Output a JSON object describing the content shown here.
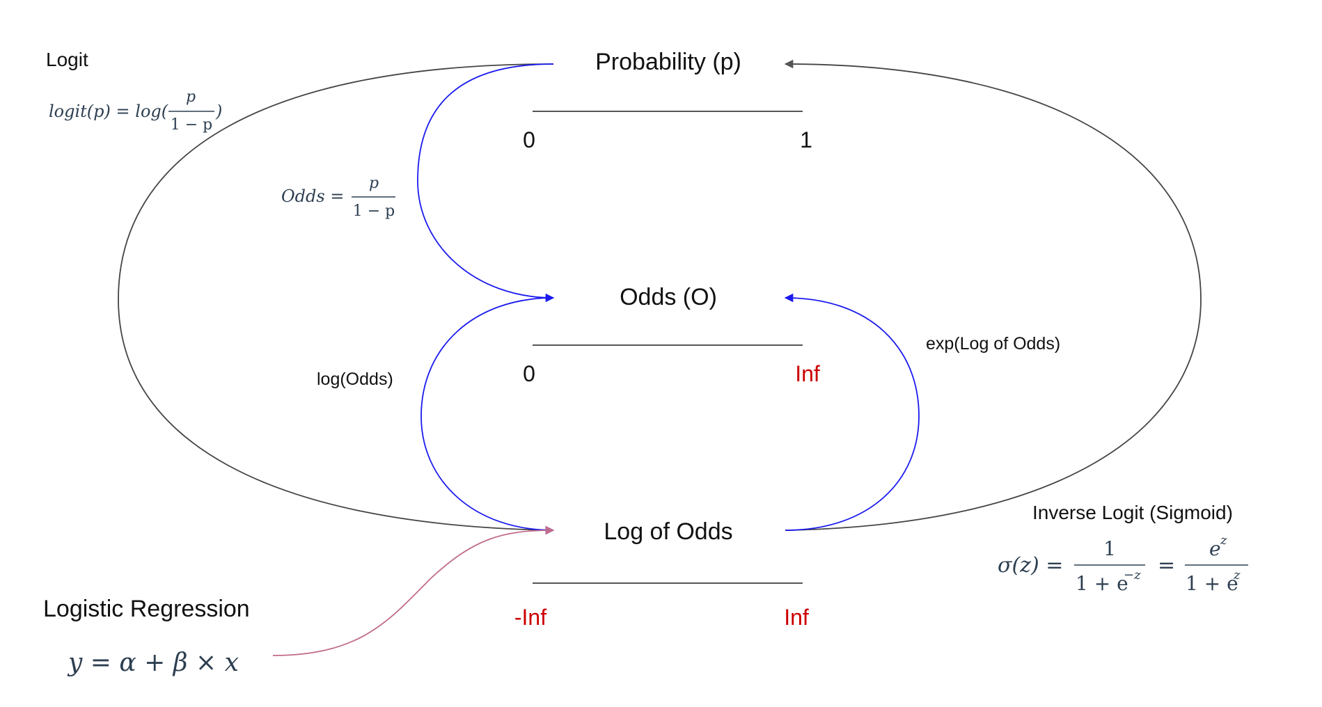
{
  "nodes": {
    "probability": {
      "title": "Probability (p)",
      "min": "0",
      "max": "1"
    },
    "odds": {
      "title": "Odds (O)",
      "min": "0",
      "max": "Inf"
    },
    "log_odds": {
      "title": "Log of Odds",
      "min": "-Inf",
      "max": "Inf"
    }
  },
  "labels": {
    "logit_title": "Logit",
    "logit_formula": {
      "lhs": "logit(p) = log(",
      "num": "p",
      "den": "1 − p",
      "close": ")"
    },
    "odds_formula": {
      "lhs": "Odds =",
      "num": "p",
      "den": "1 − p"
    },
    "log_odds_edge": "log(Odds)",
    "exp_edge": "exp(Log of Odds)",
    "sigmoid_title": "Inverse Logit (Sigmoid)",
    "sigmoid_formula": {
      "lhs": "σ(z) =",
      "num1": "1",
      "den1": "1 + e",
      "sup1": "−z",
      "eq": "=",
      "num2": "e",
      "sup2": "z",
      "den2": "1 + e",
      "sup3": "z"
    },
    "regression_title": "Logistic Regression",
    "regression_formula": "y = α + β × x"
  },
  "colors": {
    "line": "#444444",
    "blue_arrow": "#1a1aee",
    "pink_arrow": "#c06b8c",
    "inf_red": "#cc0000",
    "math": "#2c3e50"
  }
}
